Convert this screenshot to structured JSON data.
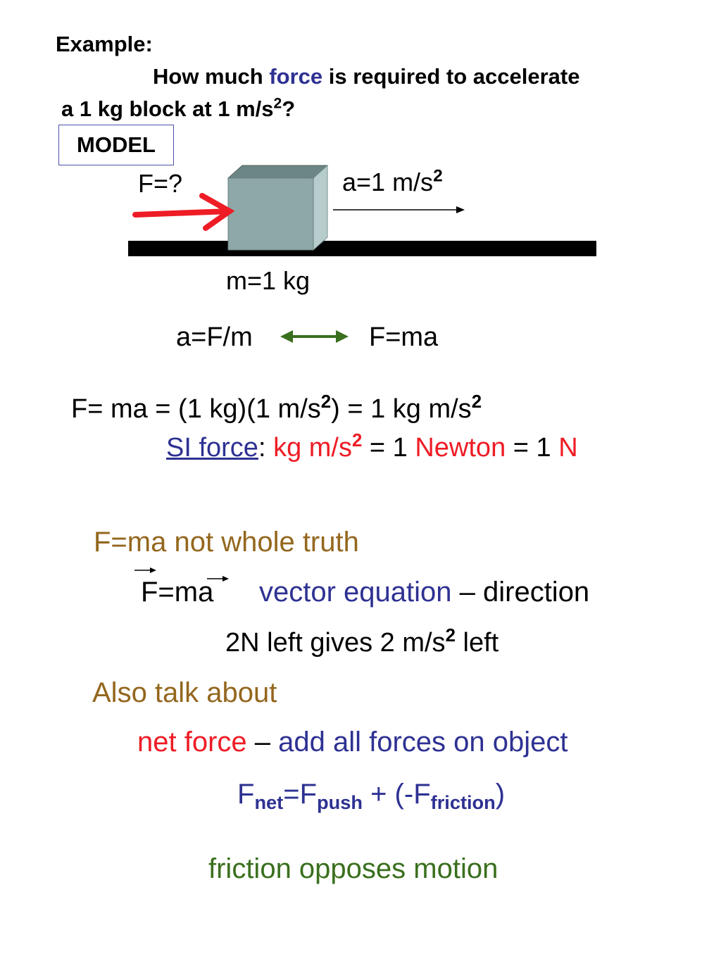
{
  "heading": "Example:",
  "question": {
    "line1_pre": "How much ",
    "line1_keyword": "force",
    "line1_post": " is required to accelerate",
    "line2_pre": "a 1 kg block at 1 m/s",
    "line2_sup": "2",
    "line2_post": "?"
  },
  "model_label": "MODEL",
  "diagram": {
    "force_label": "F=?",
    "accel_label": "a=1 m/s",
    "accel_sup": "2",
    "mass_label": "m=1 kg"
  },
  "relation": {
    "left": "a=F/m",
    "right": "F=ma"
  },
  "calc": {
    "part1": "F= ma = (1 kg)(1 m/s",
    "sup1": "2",
    "part2": ") = 1 kg m/s",
    "sup2": "2"
  },
  "si_line": {
    "link": "SI force",
    "colon": ":",
    "unit": "kg m/s",
    "unit_sup": "2",
    "eq1": " = 1 ",
    "name": "Newton",
    "eq2": " = 1 ",
    "symbol": "N"
  },
  "note1": "F=ma not whole truth",
  "vector": {
    "eq": "F=ma",
    "phrase": "vector equation",
    "dash": " – direction"
  },
  "example2": {
    "pre": "2N left gives 2 m/s",
    "sup": "2",
    "post": " left"
  },
  "note2": "Also talk about",
  "net": {
    "term": "net force",
    "dash": " – ",
    "def": "add all forces on object"
  },
  "fnet": {
    "f1": "F",
    "s1": "net",
    "f2": "=F",
    "s2": "push",
    "f3": " + (-F",
    "s3": "friction",
    "f4": ")"
  },
  "footer": "friction opposes motion",
  "colors": {
    "blue": "#2e3192",
    "red": "#ee1c25",
    "olive": "#94671e",
    "green": "#3a6f1e",
    "block_front": "#8ea8a8",
    "block_top": "#6c8585",
    "block_side": "#b7cccc"
  }
}
